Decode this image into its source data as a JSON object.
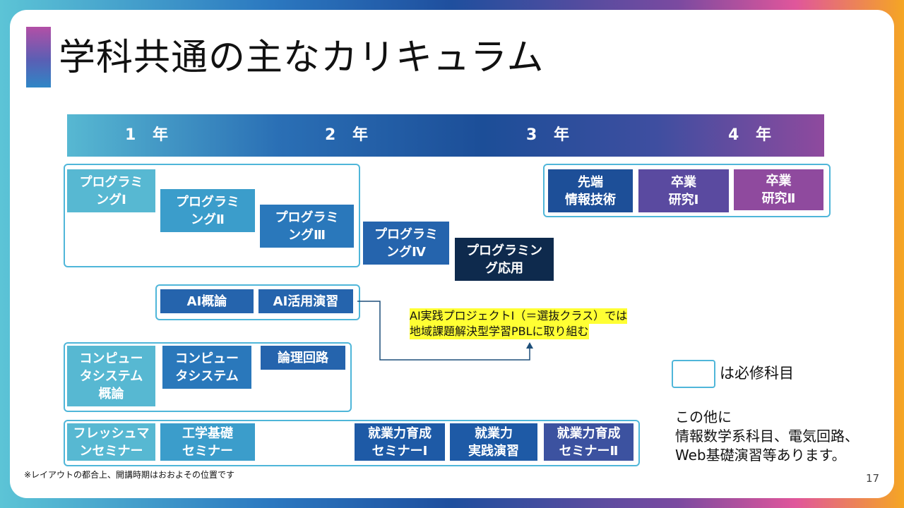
{
  "title": "学科共通の主なカリキュラム",
  "years": [
    "1 年",
    "2 年",
    "3 年",
    "4 年"
  ],
  "courses": {
    "prog1": "プログラミ\nングⅠ",
    "prog2": "プログラミ\nングⅡ",
    "prog3": "プログラミ\nングⅢ",
    "prog4": "プログラミ\nングⅣ",
    "prog_app": "プログラミン\nグ応用",
    "advanced_it": "先端\n情報技術",
    "thesis1": "卒業\n研究Ⅰ",
    "thesis2": "卒業\n研究Ⅱ",
    "ai_intro": "AI概論",
    "ai_practice": "AI活用演習",
    "cs_intro": "コンピュー\nタシステム\n概論",
    "cs": "コンピュー\nタシステム",
    "logic": "論理回路",
    "freshman": "フレッシュマ\nンセミナー",
    "eng_basic": "工学基礎\nセミナー",
    "career1": "就業力育成\nセミナーⅠ",
    "career_practice": "就業力\n実践演習",
    "career2": "就業力育成\nセミナーⅡ"
  },
  "note": {
    "line1": "AI実践プロジェクトⅠ（＝選抜クラス）では",
    "line2": "地域課題解決型学習PBLに取り組む"
  },
  "legend": "は必修科目",
  "other": {
    "line1": "この他に",
    "line2": "情報数学系科目、電気回路、",
    "line3": "Web基礎演習等あります。"
  },
  "footnote": "※レイアウトの都合上、開講時期はおおよその位置です",
  "page_number": "17"
}
